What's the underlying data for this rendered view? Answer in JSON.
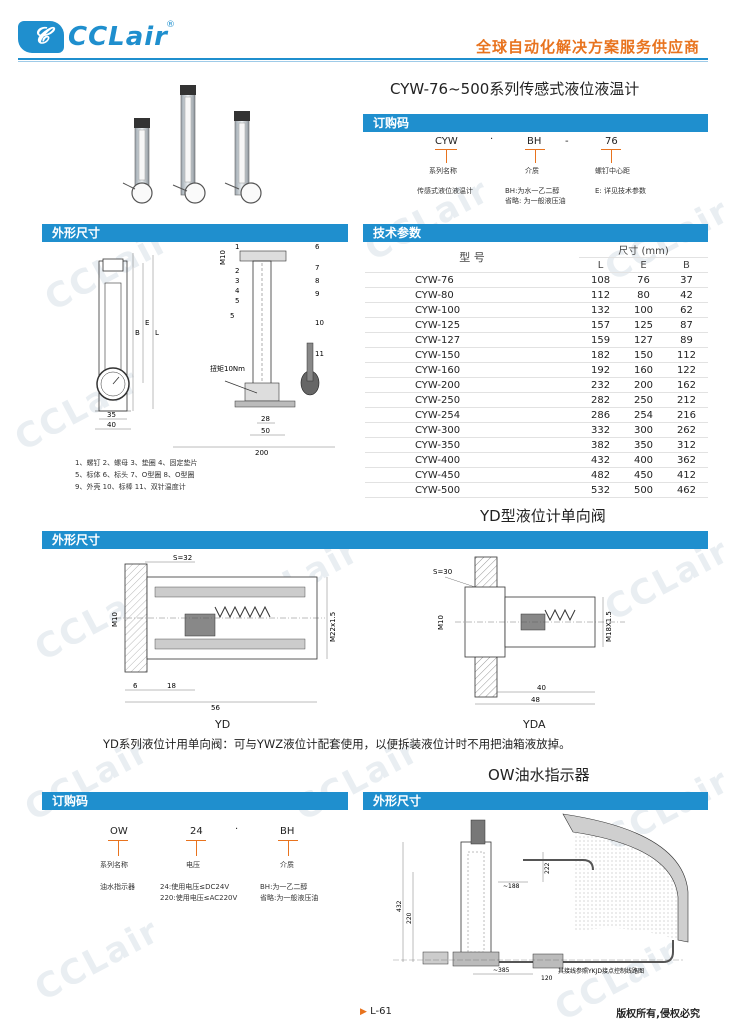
{
  "header": {
    "logo_text": "CCLair",
    "logo_reg": "®",
    "slogan": "全球自动化解决方案服务供应商",
    "colors": {
      "brand_blue": "#1f8fce",
      "slogan_orange": "#e8731e"
    }
  },
  "watermark": "CCLair",
  "cyw": {
    "title": "CYW-76~500系列传感式液位液温计",
    "order_bar": "订购码",
    "order_codes": [
      "CYW",
      "BH",
      "76"
    ],
    "order_sep1": "·",
    "order_sep2": "-",
    "order_labels": [
      "系列名称",
      "介质",
      "螺钉中心距"
    ],
    "order_notes": {
      "col1": "传感式液位液温计",
      "col2_line1": "BH:为水一乙二醇",
      "col2_line2": "省略: 为一般液压油",
      "col3": "E: 详见技术参数"
    },
    "dim_bar": "外形尺寸",
    "dims": {
      "35": "35",
      "40": "40",
      "L": "L",
      "E": "E",
      "B": "B",
      "M": "M10",
      "50": "50",
      "28": "28",
      "200": "200",
      "torque": "扭矩10Nm",
      "callouts": [
        "1",
        "2",
        "3",
        "4",
        "5",
        "5",
        "6",
        "7",
        "8",
        "9",
        "10",
        "11"
      ]
    },
    "legend": [
      "1、螺钉 2、螺母 3、垫圈 4、固定垫片",
      "5、标体 6、标头 7、O型圈 8、O型圈",
      "9、外壳 10、标棒 11、双针温度计"
    ],
    "spec_bar": "技术参数",
    "spec": {
      "model_header": "型 号",
      "size_header": "尺寸 (mm)",
      "cols": [
        "L",
        "E",
        "B"
      ],
      "rows": [
        [
          "CYW-76",
          "108",
          "76",
          "37"
        ],
        [
          "CYW-80",
          "112",
          "80",
          "42"
        ],
        [
          "CYW-100",
          "132",
          "100",
          "62"
        ],
        [
          "CYW-125",
          "157",
          "125",
          "87"
        ],
        [
          "CYW-127",
          "159",
          "127",
          "89"
        ],
        [
          "CYW-150",
          "182",
          "150",
          "112"
        ],
        [
          "CYW-160",
          "192",
          "160",
          "122"
        ],
        [
          "CYW-200",
          "232",
          "200",
          "162"
        ],
        [
          "CYW-250",
          "282",
          "250",
          "212"
        ],
        [
          "CYW-254",
          "286",
          "254",
          "216"
        ],
        [
          "CYW-300",
          "332",
          "300",
          "262"
        ],
        [
          "CYW-350",
          "382",
          "350",
          "312"
        ],
        [
          "CYW-400",
          "432",
          "400",
          "362"
        ],
        [
          "CYW-450",
          "482",
          "450",
          "412"
        ],
        [
          "CYW-500",
          "532",
          "500",
          "462"
        ]
      ]
    }
  },
  "yd": {
    "title": "YD型液位计单向阀",
    "dim_bar": "外形尺寸",
    "left": {
      "s": "S=32",
      "m": "M10",
      "m22": "M22x1.5",
      "d6": "6",
      "d18": "18",
      "d56": "56",
      "name": "YD"
    },
    "right": {
      "s": "S=30",
      "m": "M10",
      "m18": "M18X1.5",
      "d40": "40",
      "d48": "48",
      "name": "YDA"
    },
    "desc": "YD系列液位计用单向阀：可与YWZ液位计配套使用，以便拆装液位计时不用把油箱液放掉。"
  },
  "ow": {
    "title": "OW油水指示器",
    "order_bar": "订购码",
    "dim_bar": "外形尺寸",
    "order_codes": [
      "OW",
      "24",
      "BH"
    ],
    "order_sep": "·",
    "order_labels": [
      "系列名称",
      "电压",
      "介质"
    ],
    "notes": {
      "col1": "油水指示器",
      "col2_line1": "24:使用电压≤DC24V",
      "col2_line2": "220:使用电压≤AC220V",
      "col3_line1": "BH:为一乙二醇",
      "col3_line2": "省略:为一般液压油"
    },
    "dims": {
      "d188": "~188",
      "d432": "432",
      "d220": "220",
      "d222": "222",
      "d385": "~385",
      "d120": "120"
    },
    "caption": "其接线参照YKJD接点控制线路图"
  },
  "footer": {
    "page": "L-61",
    "copyright": "版权所有,侵权必究"
  }
}
